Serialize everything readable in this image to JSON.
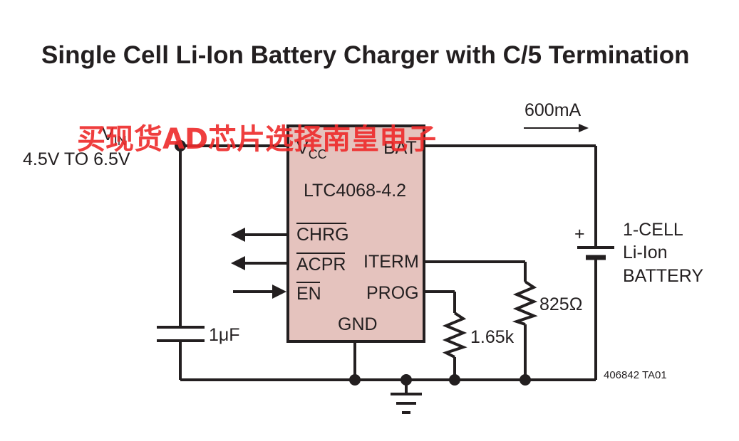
{
  "title": "Single Cell Li-Ion Battery Charger with C/5 Termination",
  "watermark": "买现货AD芯片选择南皇电子",
  "input": {
    "vin_main": "V",
    "vin_sub": "IN",
    "range": "4.5V TO 6.5V"
  },
  "ic": {
    "part": "LTC4068-4.2",
    "fill_color": "#e5c3be",
    "pins": {
      "vcc_main": "V",
      "vcc_sub": "CC",
      "bat": "BAT",
      "chrg": "CHRG",
      "acpr": "ACPR",
      "en": "EN",
      "iterm": "ITERM",
      "prog": "PROG",
      "gnd": "GND"
    }
  },
  "current_label": "600mA",
  "capacitor": "1μF",
  "resistor_prog": "1.65k",
  "resistor_iterm": "825Ω",
  "battery": {
    "plus": "+",
    "line1": "1-CELL",
    "line2": "Li-Ion",
    "line3": "BATTERY"
  },
  "figure_id": "406842 TA01"
}
